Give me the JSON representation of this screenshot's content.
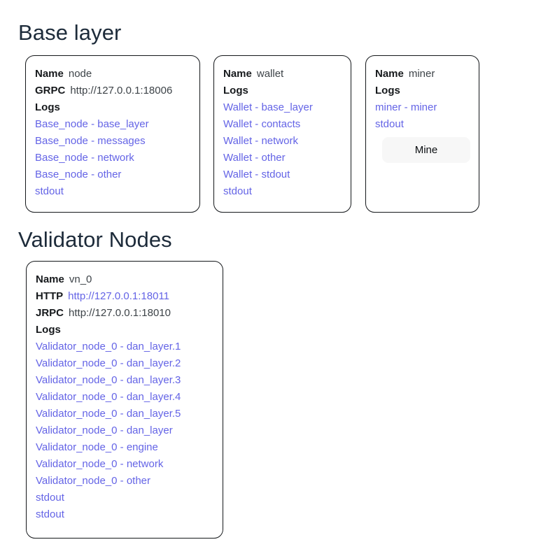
{
  "sections": [
    {
      "id": "base-layer",
      "title": "Base layer",
      "cards": [
        {
          "id": "node",
          "fields": [
            {
              "label": "Name",
              "value": "node",
              "is_link": false
            },
            {
              "label": "GRPC",
              "value": "http://127.0.0.1:18006",
              "is_link": false
            }
          ],
          "logs_label": "Logs",
          "logs": [
            "Base_node - base_layer",
            "Base_node - messages",
            "Base_node - network",
            "Base_node - other",
            "stdout"
          ],
          "button": null
        },
        {
          "id": "wallet",
          "fields": [
            {
              "label": "Name",
              "value": "wallet",
              "is_link": false
            }
          ],
          "logs_label": "Logs",
          "logs": [
            "Wallet - base_layer",
            "Wallet - contacts",
            "Wallet - network",
            "Wallet - other",
            "Wallet - stdout",
            "stdout"
          ],
          "button": null
        },
        {
          "id": "miner",
          "fields": [
            {
              "label": "Name",
              "value": "miner",
              "is_link": false
            }
          ],
          "logs_label": "Logs",
          "logs": [
            "miner - miner",
            "stdout"
          ],
          "button": {
            "label": "Mine"
          }
        }
      ]
    },
    {
      "id": "validator-nodes",
      "title": "Validator Nodes",
      "cards": [
        {
          "id": "vn_0",
          "fields": [
            {
              "label": "Name",
              "value": "vn_0",
              "is_link": false
            },
            {
              "label": "HTTP",
              "value": "http://127.0.0.1:18011",
              "is_link": true
            },
            {
              "label": "JRPC",
              "value": "http://127.0.0.1:18010",
              "is_link": false
            }
          ],
          "logs_label": "Logs",
          "logs": [
            "Validator_node_0 - dan_layer.1",
            "Validator_node_0 - dan_layer.2",
            "Validator_node_0 - dan_layer.3",
            "Validator_node_0 - dan_layer.4",
            "Validator_node_0 - dan_layer.5",
            "Validator_node_0 - dan_layer",
            "Validator_node_0 - engine",
            "Validator_node_0 - network",
            "Validator_node_0 - other",
            "stdout",
            "stdout"
          ],
          "button": null
        }
      ]
    }
  ],
  "colors": {
    "link": "#6464e6",
    "heading": "#1d2b3a",
    "card_border": "#14171a",
    "button_bg": "#f7f7f7",
    "background": "#ffffff"
  }
}
